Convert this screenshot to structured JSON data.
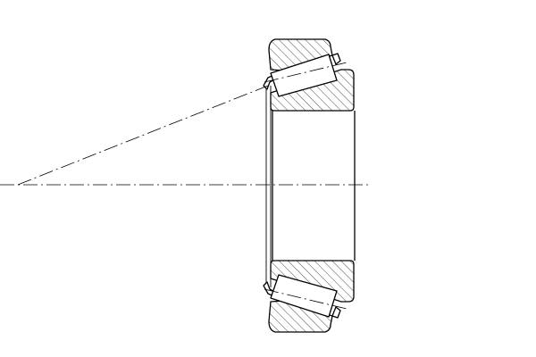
{
  "drawing": {
    "subject": "tapered-roller-bearing-section",
    "view": "half-section",
    "line_color": "#000000",
    "background": "#ffffff",
    "hatch": "diagonal-45",
    "centerline_style": "dash-dot"
  }
}
